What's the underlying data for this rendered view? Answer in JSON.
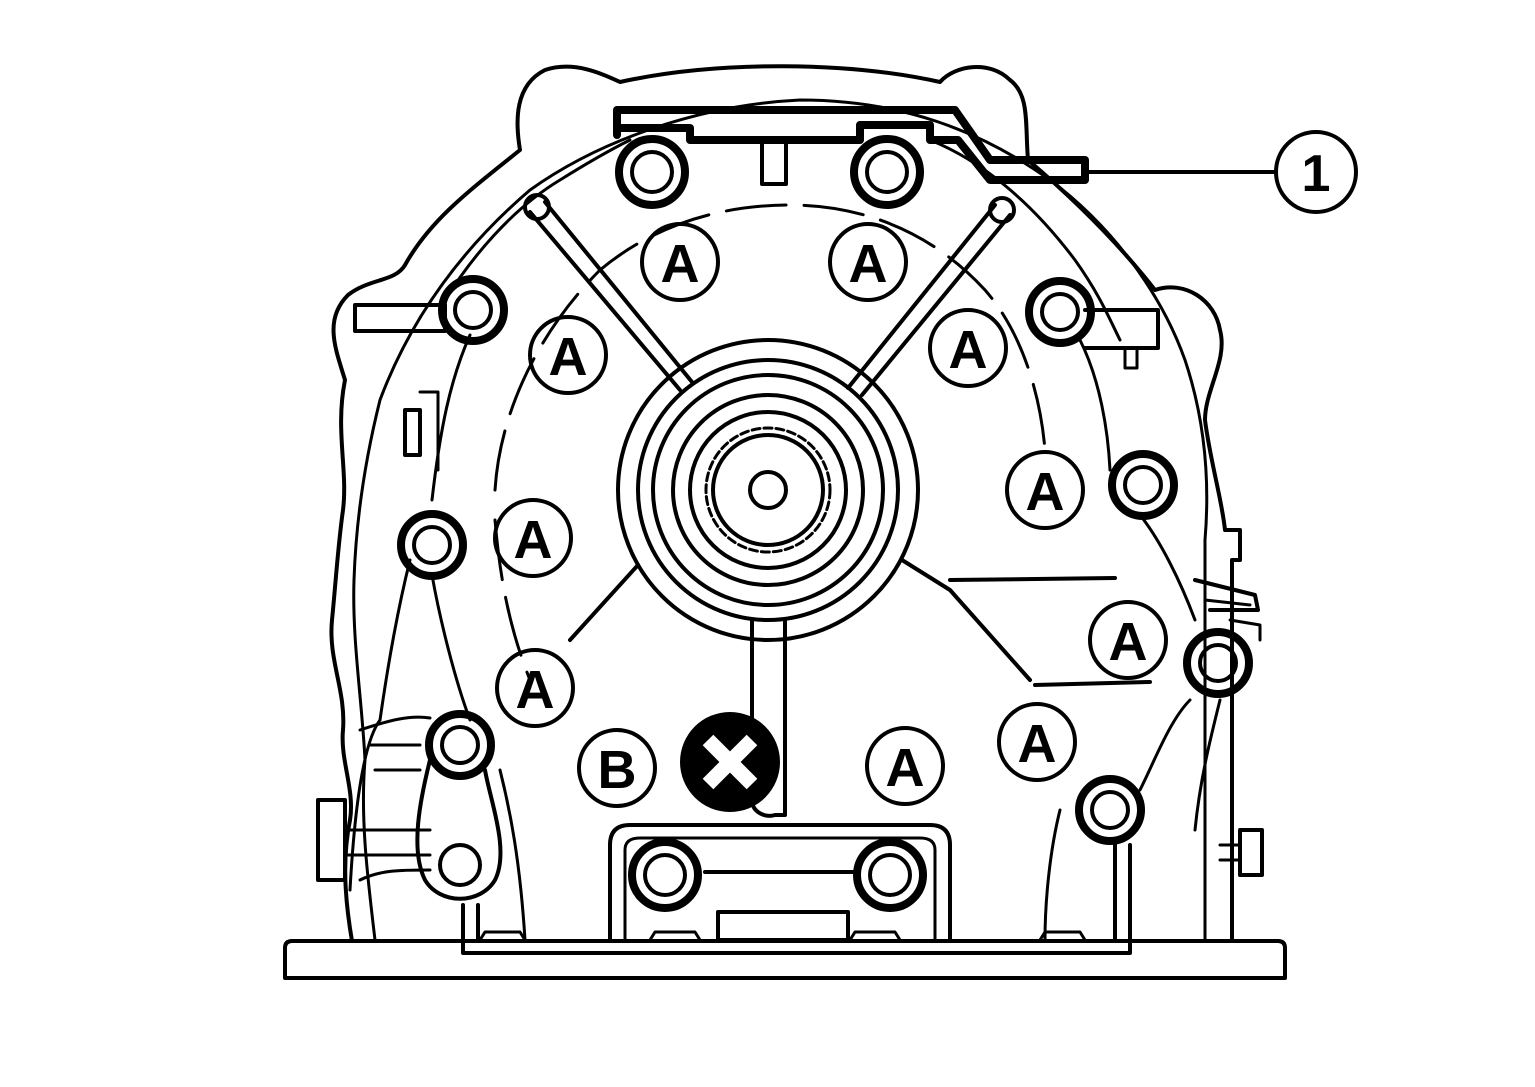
{
  "callout": {
    "number": "1"
  },
  "labels": {
    "a": "A",
    "b": "B",
    "x_mark": "x-mark-icon"
  },
  "colors": {
    "line": "#000000",
    "background": "#ffffff"
  }
}
